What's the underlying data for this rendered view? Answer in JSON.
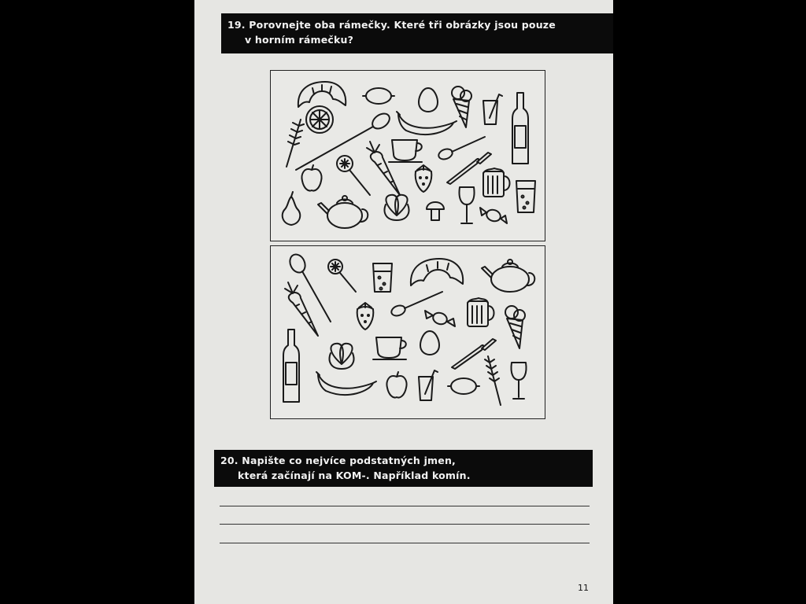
{
  "exercise19": {
    "line1": "19. Porovnejte oba rámečky. Které tři obrázky jsou pouze",
    "line2": "v horním rámečku?"
  },
  "exercise20": {
    "line1": "20. Napište co nejvíce podstatných jmen,",
    "line2": "která začínají na KOM-. Například komín."
  },
  "page_number": "11",
  "icons_top": [
    "croissant-icon",
    "lemon-icon",
    "egg-icon",
    "ice-cream-icon",
    "drink-glass-icon",
    "bottle-icon",
    "wheat-icon",
    "orange-slice-icon",
    "spoon-icon",
    "banana-icon",
    "cup-icon",
    "teaspoon-icon",
    "carrot-icon",
    "apple-icon",
    "skimmer-icon",
    "strawberry-icon",
    "knife-icon",
    "beer-mug-icon",
    "soda-glass-icon",
    "pear-icon",
    "teapot-icon",
    "pretzel-icon",
    "mushroom-icon",
    "wine-glass-icon",
    "candy-icon"
  ],
  "icons_bottom": [
    "spoon-icon",
    "skimmer-icon",
    "soda-glass-icon",
    "croissant-icon",
    "teapot-icon",
    "carrot-icon",
    "strawberry-icon",
    "teaspoon-icon",
    "candy-icon",
    "beer-mug-icon",
    "ice-cream-icon",
    "pretzel-icon",
    "cup-icon",
    "egg-icon",
    "knife-icon",
    "bottle-icon",
    "banana-icon",
    "apple-icon",
    "drink-glass-icon",
    "lemon-icon",
    "wheat-icon",
    "wine-glass-icon"
  ]
}
